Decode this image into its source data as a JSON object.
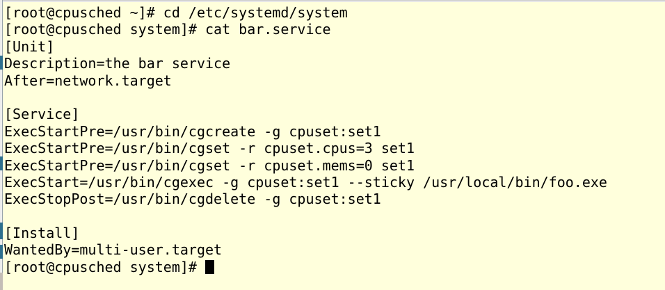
{
  "terminal": {
    "theme": {
      "background": "#FFFFDC",
      "foreground": "#000000",
      "cursor": "#000000",
      "frame_left_light": "#EDEDED",
      "frame_left_dark": "#97A2AB",
      "frame_left_muted": "#C4BDB6",
      "frame_accent": "#2E6F8E"
    },
    "cursor_visible": true,
    "lines": [
      "[root@cpusched ~]# cd /etc/systemd/system",
      "[root@cpusched system]# cat bar.service",
      "[Unit]",
      "Description=the bar service",
      "After=network.target",
      "",
      "[Service]",
      "ExecStartPre=/usr/bin/cgcreate -g cpuset:set1",
      "ExecStartPre=/usr/bin/cgset -r cpuset.cpus=3 set1",
      "ExecStartPre=/usr/bin/cgset -r cpuset.mems=0 set1",
      "ExecStart=/usr/bin/cgexec -g cpuset:set1 --sticky /usr/local/bin/foo.exe",
      "ExecStopPost=/usr/bin/cgdelete -g cpuset:set1",
      "",
      "[Install]",
      "WantedBy=multi-user.target",
      "[root@cpusched system]# "
    ]
  }
}
